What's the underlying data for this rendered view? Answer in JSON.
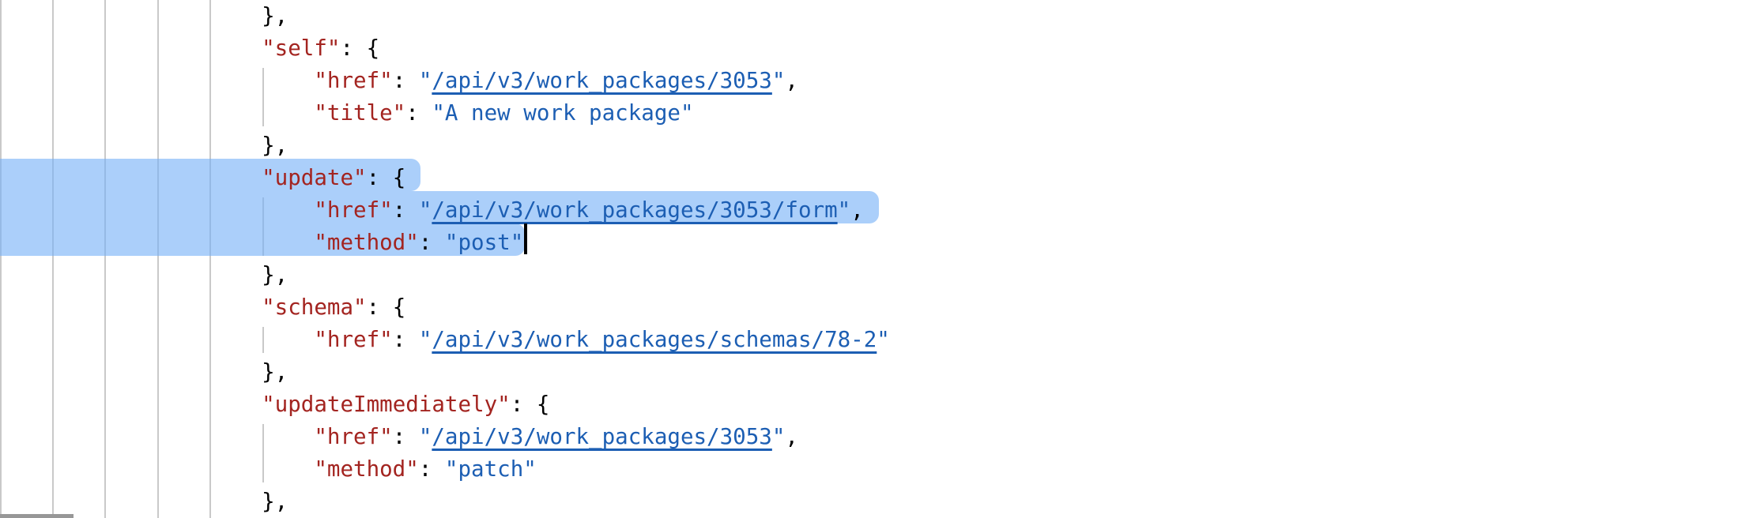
{
  "colors": {
    "background": "#ffffff",
    "key": "#a32420",
    "punctuation": "#000000",
    "string": "#1c5eb3",
    "link": "#1c5eb3",
    "selection_fill": "#77b1f7",
    "selection_effective": "#aed1f9",
    "indent_guide": "#c9c9c9",
    "caret": "#000000",
    "scrollbar_thumb": "#979797"
  },
  "rows": [
    {
      "indent": 5,
      "selected": false,
      "caret": false,
      "segments": [
        {
          "style": "punct",
          "text": "},"
        }
      ]
    },
    {
      "indent": 5,
      "selected": false,
      "caret": false,
      "segments": [
        {
          "style": "key",
          "text": "\"self\""
        },
        {
          "style": "punct",
          "text": ": {"
        }
      ]
    },
    {
      "indent": 6,
      "selected": false,
      "caret": false,
      "segments": [
        {
          "style": "key",
          "text": "\"href\""
        },
        {
          "style": "punct",
          "text": ": "
        },
        {
          "style": "string",
          "text": "\""
        },
        {
          "style": "link",
          "text": "/api/v3/work_packages/3053"
        },
        {
          "style": "string",
          "text": "\""
        },
        {
          "style": "punct",
          "text": ","
        }
      ]
    },
    {
      "indent": 6,
      "selected": false,
      "caret": false,
      "segments": [
        {
          "style": "key",
          "text": "\"title\""
        },
        {
          "style": "punct",
          "text": ": "
        },
        {
          "style": "string",
          "text": "\"A new work package\""
        }
      ]
    },
    {
      "indent": 5,
      "selected": false,
      "caret": false,
      "segments": [
        {
          "style": "punct",
          "text": "},"
        }
      ]
    },
    {
      "indent": 5,
      "selected": true,
      "caret": false,
      "segments": [
        {
          "style": "key",
          "text": "\"update\""
        },
        {
          "style": "punct",
          "text": ": {"
        }
      ]
    },
    {
      "indent": 6,
      "selected": true,
      "caret": false,
      "segments": [
        {
          "style": "key",
          "text": "\"href\""
        },
        {
          "style": "punct",
          "text": ": "
        },
        {
          "style": "string",
          "text": "\""
        },
        {
          "style": "link",
          "text": "/api/v3/work_packages/3053/form"
        },
        {
          "style": "string",
          "text": "\""
        },
        {
          "style": "punct",
          "text": ","
        }
      ]
    },
    {
      "indent": 6,
      "selected": true,
      "caret": true,
      "segments": [
        {
          "style": "key",
          "text": "\"method\""
        },
        {
          "style": "punct",
          "text": ": "
        },
        {
          "style": "string",
          "text": "\"post\""
        }
      ]
    },
    {
      "indent": 5,
      "selected": false,
      "caret": false,
      "segments": [
        {
          "style": "punct",
          "text": "},"
        }
      ]
    },
    {
      "indent": 5,
      "selected": false,
      "caret": false,
      "segments": [
        {
          "style": "key",
          "text": "\"schema\""
        },
        {
          "style": "punct",
          "text": ": {"
        }
      ]
    },
    {
      "indent": 6,
      "selected": false,
      "caret": false,
      "segments": [
        {
          "style": "key",
          "text": "\"href\""
        },
        {
          "style": "punct",
          "text": ": "
        },
        {
          "style": "string",
          "text": "\""
        },
        {
          "style": "link",
          "text": "/api/v3/work_packages/schemas/78-2"
        },
        {
          "style": "string",
          "text": "\""
        }
      ]
    },
    {
      "indent": 5,
      "selected": false,
      "caret": false,
      "segments": [
        {
          "style": "punct",
          "text": "},"
        }
      ]
    },
    {
      "indent": 5,
      "selected": false,
      "caret": false,
      "segments": [
        {
          "style": "key",
          "text": "\"updateImmediately\""
        },
        {
          "style": "punct",
          "text": ": {"
        }
      ]
    },
    {
      "indent": 6,
      "selected": false,
      "caret": false,
      "segments": [
        {
          "style": "key",
          "text": "\"href\""
        },
        {
          "style": "punct",
          "text": ": "
        },
        {
          "style": "string",
          "text": "\""
        },
        {
          "style": "link",
          "text": "/api/v3/work_packages/3053"
        },
        {
          "style": "string",
          "text": "\""
        },
        {
          "style": "punct",
          "text": ","
        }
      ]
    },
    {
      "indent": 6,
      "selected": false,
      "caret": false,
      "segments": [
        {
          "style": "key",
          "text": "\"method\""
        },
        {
          "style": "punct",
          "text": ": "
        },
        {
          "style": "string",
          "text": "\"patch\""
        }
      ]
    },
    {
      "indent": 5,
      "selected": false,
      "caret": false,
      "segments": [
        {
          "style": "punct",
          "text": "},"
        }
      ]
    }
  ]
}
